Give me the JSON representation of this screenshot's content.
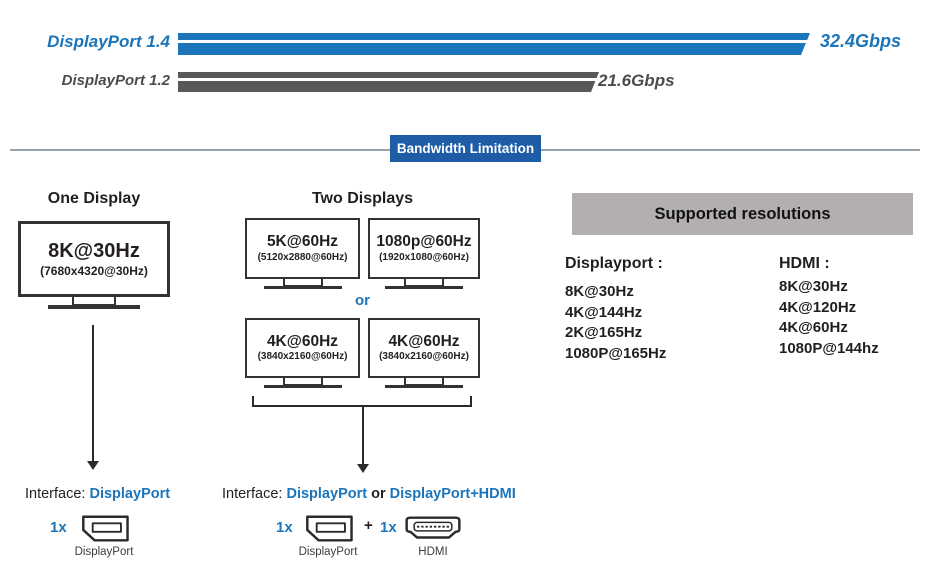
{
  "colors": {
    "blue": "#1b75bb",
    "badge_blue": "#1e5ca6",
    "bar_gray": "#57585a",
    "panel_gray": "#b2afae",
    "dark": "#231f20"
  },
  "chart_data": {
    "type": "bar",
    "categories": [
      "DisplayPort 1.4",
      "DisplayPort 1.2"
    ],
    "values": [
      32.4,
      21.6
    ],
    "unit": "Gbps",
    "orientation": "horizontal",
    "colors": [
      "#1b75bb",
      "#57585a"
    ]
  },
  "bars": [
    {
      "label": "DisplayPort 1.4",
      "value": "32.4Gbps"
    },
    {
      "label": "DisplayPort 1.2",
      "value": "21.6Gbps"
    }
  ],
  "divider": {
    "badge": "Bandwidth Limitation"
  },
  "one_display": {
    "title": "One Display",
    "monitor": {
      "res": "8K@30Hz",
      "detail": "(7680x4320@30Hz)"
    },
    "interface_prefix": "Interface:",
    "interface_value": "DisplayPort",
    "qty": "1x",
    "connector_label": "DisplayPort"
  },
  "two_displays": {
    "title": "Two Displays",
    "row1": [
      {
        "res": "5K@60Hz",
        "detail": "(5120x2880@60Hz)"
      },
      {
        "res": "1080p@60Hz",
        "detail": "(1920x1080@60Hz)"
      }
    ],
    "or_label": "or",
    "row2": [
      {
        "res": "4K@60Hz",
        "detail": "(3840x2160@60Hz)"
      },
      {
        "res": "4K@60Hz",
        "detail": "(3840x2160@60Hz)"
      }
    ],
    "interface_prefix": "Interface:",
    "interface_dp": "DisplayPort",
    "interface_or": "or",
    "interface_dp_hdmi": "DisplayPort+HDMI",
    "qty_dp": "1x",
    "plus": "+",
    "qty_hdmi": "1x",
    "dp_label": "DisplayPort",
    "hdmi_label": "HDMI"
  },
  "supported": {
    "title": "Supported resolutions",
    "displayport": {
      "heading": "Displayport :",
      "items": [
        "8K@30Hz",
        "4K@144Hz",
        "2K@165Hz",
        "1080P@165Hz"
      ]
    },
    "hdmi": {
      "heading": "HDMI :",
      "items": [
        "8K@30Hz",
        "4K@120Hz",
        "4K@60Hz",
        "1080P@144hz"
      ]
    }
  }
}
